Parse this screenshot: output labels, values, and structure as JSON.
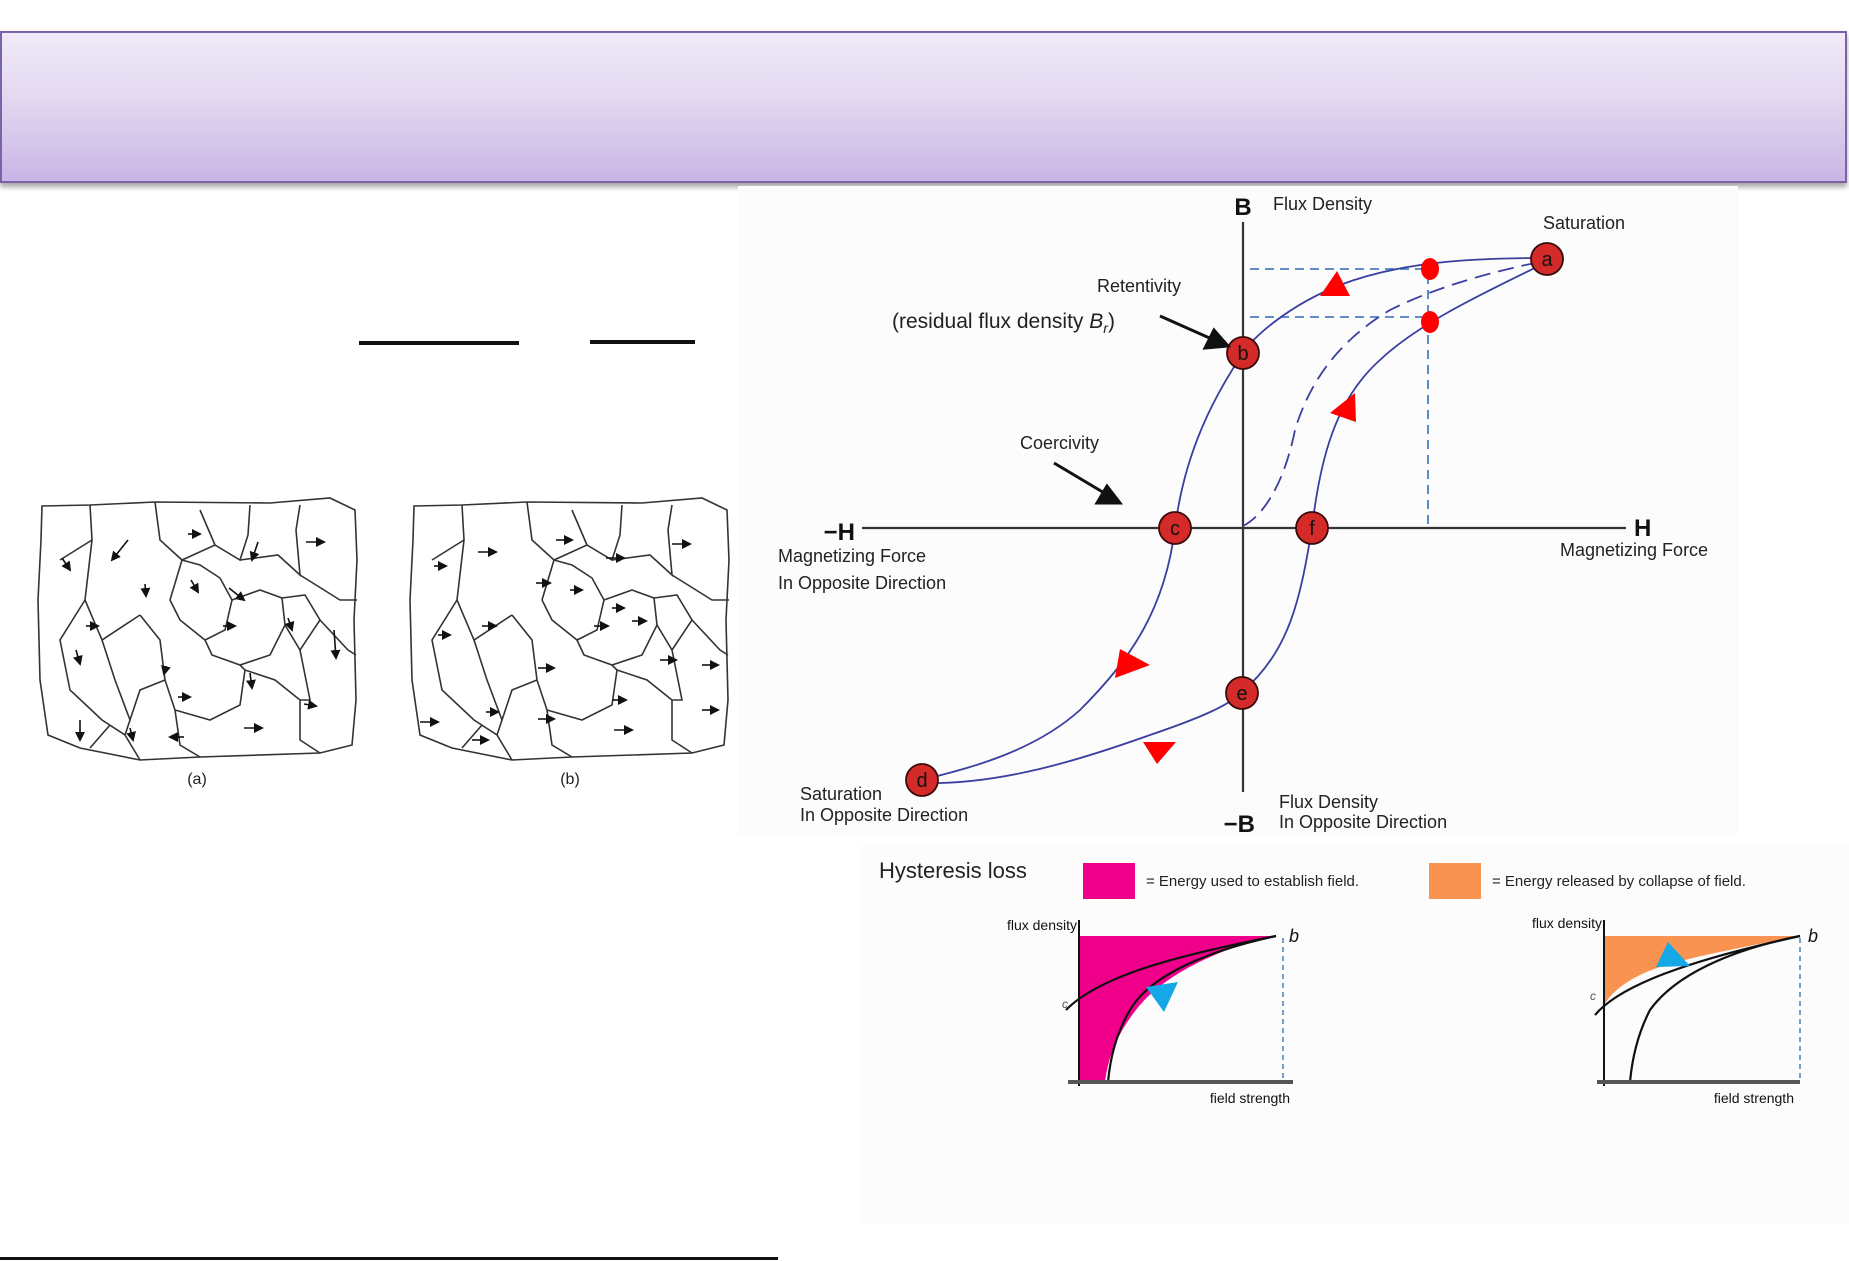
{
  "slide": {
    "title": "",
    "underlines": [
      "",
      ""
    ]
  },
  "domains": {
    "label_a": "(a)",
    "label_b": "(b)"
  },
  "hysteresis": {
    "axis_b": "B",
    "axis_b_desc": "Flux Density",
    "axis_neg_b": "−B",
    "axis_neg_b_desc_1": "Flux Density",
    "axis_neg_b_desc_2": "In Opposite Direction",
    "axis_h": "H",
    "axis_h_desc": "Magnetizing Force",
    "axis_neg_h": "−H",
    "axis_neg_h_desc_1": "Magnetizing Force",
    "axis_neg_h_desc_2": "In Opposite Direction",
    "saturation": "Saturation",
    "saturation_opp_1": "Saturation",
    "saturation_opp_2": "In Opposite Direction",
    "retentivity": "Retentivity",
    "residual": "(residual flux density ",
    "residual_sym": "B",
    "residual_sub": "r",
    "residual_close": ")",
    "coercivity": "Coercivity",
    "points": [
      "a",
      "b",
      "c",
      "d",
      "e",
      "f"
    ],
    "colors": {
      "curve": "#3a3fa0",
      "point": "#d42a2a",
      "arrow": "#ff0000",
      "guide": "#4a7fc1"
    }
  },
  "loss": {
    "title": "Hysteresis loss",
    "legend": [
      {
        "label": "=  Energy used to establish field.",
        "color": "#f0008a"
      },
      {
        "label": "=  Energy released by collapse of field.",
        "color": "#f99352"
      }
    ],
    "chart_left": {
      "ylabel": "flux density",
      "xlabel": "field strength",
      "point": "b",
      "side_label": "c"
    },
    "chart_right": {
      "ylabel": "flux density",
      "xlabel": "field strength",
      "point": "b",
      "side_label": "c"
    },
    "arrow_color": "#14a9e6"
  }
}
